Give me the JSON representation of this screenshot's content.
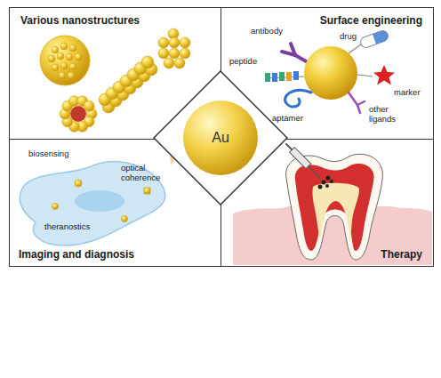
{
  "diagram": {
    "nodes": [
      {
        "text": [
          "Various nanostructures"
        ]
      },
      {
        "text": [
          "Surface engineering"
        ]
      },
      {
        "text": [
          "Au"
        ]
      },
      {
        "text": [
          "Imaging and diagnosis"
        ]
      },
      {
        "text": [
          "Therapy"
        ]
      }
    ],
    "labels": [
      "antibody",
      "drug",
      "peptide",
      "marker",
      "aptamer",
      "other ligands",
      "biosensing",
      "optical coherence",
      "theranostics"
    ]
  }
}
